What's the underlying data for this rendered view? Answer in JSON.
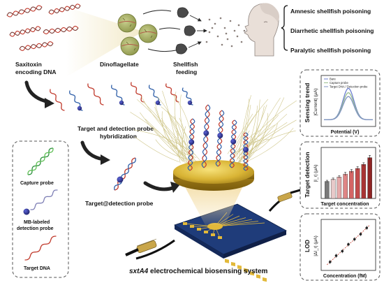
{
  "labels": {
    "saxitoxin_line1": "Saxitoxin",
    "saxitoxin_line2": "encoding DNA",
    "dinoflagellate": "Dinoflagellate",
    "shellfish_line1": "Shellfish",
    "shellfish_line2": "feeding",
    "poisonings": [
      "Amnesic shellfish poisoning",
      "Diarrhetic shellfish poisoning",
      "Paralytic shellfish poisoning"
    ],
    "hybridization_line1": "Target and detection probe",
    "hybridization_line2": "hybridization",
    "target_detection_probe": "Target@detection probe",
    "capture_probe": "Capture probe",
    "mb_line1": "MB-labeled",
    "mb_line2": "detection probe",
    "target_dna": "Target DNA",
    "system_italic": "sxtA4",
    "system_rest": " electrochemical biosensing system"
  },
  "panels": {
    "sensing": {
      "title": "Sensing trend",
      "ylabel": "|Current| (μA)",
      "xlabel": "Potential (V)",
      "legend": [
        "Bare",
        "Capture probe",
        "Target DNA / Detection probe"
      ]
    },
    "target": {
      "title": "Target detection",
      "ylabel": "|I_r| (μA)",
      "xlabel": "Target concentration"
    },
    "lod": {
      "title": "LOD",
      "ylabel": "|ΔI_r| (μA)",
      "xlabel": "Concentration (fM)"
    }
  },
  "colors": {
    "dna_red": "#c0392b",
    "dna_blue": "#2f5fa8",
    "mb_bead": "#2b2f8f",
    "electrode_gold": "#d4b23a",
    "chip_blue": "#1f3c7a",
    "curve_bare": "#6c7fd0",
    "curve_capture": "#9bbf8f",
    "curve_target": "#7f93c4",
    "bar_gradient": [
      "#7a7a7a",
      "#e8c9c9",
      "#e5a8a8",
      "#df8585",
      "#d46565",
      "#c24a4a",
      "#a83434",
      "#8f2525"
    ]
  },
  "chart_data": [
    {
      "type": "line",
      "title": "Sensing trend",
      "xlabel": "Potential (V)",
      "ylabel": "|Current| (μA)",
      "series": [
        {
          "name": "Bare",
          "peak": 1.0
        },
        {
          "name": "Capture probe",
          "peak": 0.86
        },
        {
          "name": "Target DNA / Detection probe",
          "peak": 0.74
        }
      ],
      "legend": "top-left",
      "grid": false
    },
    {
      "type": "bar",
      "title": "Target detection",
      "xlabel": "Target concentration",
      "ylabel": "|I_r| (μA)",
      "values": [
        0.3,
        0.34,
        0.38,
        0.43,
        0.48,
        0.53,
        0.6,
        0.72
      ],
      "error": [
        0.02,
        0.02,
        0.02,
        0.03,
        0.03,
        0.03,
        0.03,
        0.04
      ],
      "ylim": [
        0,
        0.85
      ],
      "grid": false
    },
    {
      "type": "scatter",
      "title": "LOD",
      "xlabel": "Concentration (fM)",
      "ylabel": "|ΔI_r| (μA)",
      "x": [
        1,
        2,
        3,
        4,
        5,
        6,
        7
      ],
      "y": [
        1.0,
        2.1,
        2.9,
        4.1,
        5.0,
        5.9,
        7.0
      ],
      "fit": "linear",
      "grid": false
    }
  ]
}
